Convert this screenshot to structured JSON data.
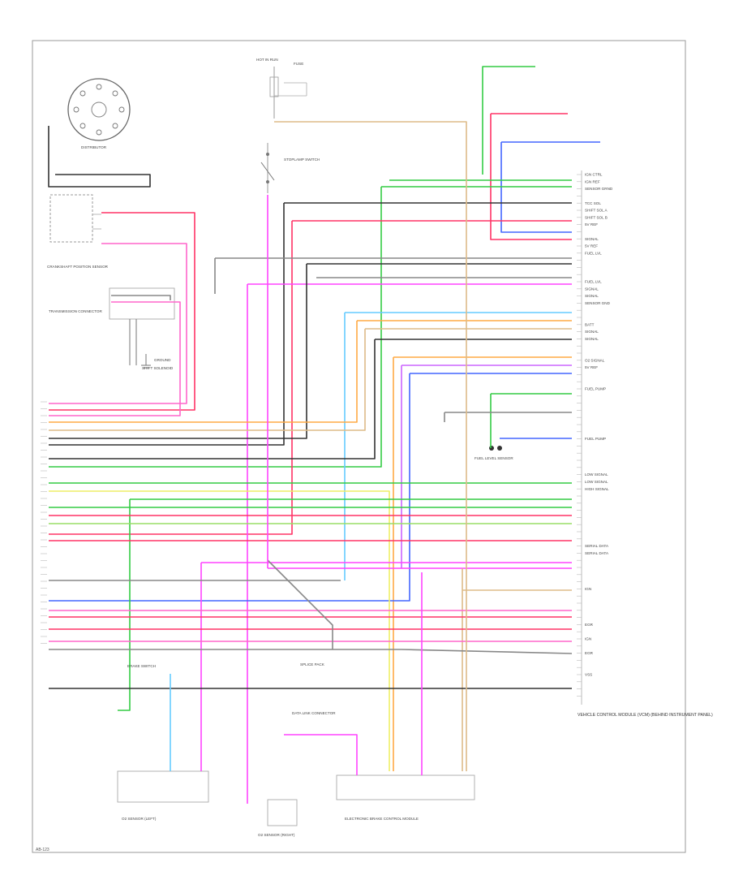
{
  "diagram": {
    "footer_code": "AB-123",
    "components": {
      "distributor": {
        "label": "DISTRIBUTOR"
      },
      "ecm": {
        "label": "VEHICLE CONTROL MODULE (VCM) (BEHIND INSTRUMENT PANEL)"
      },
      "ignition_switch": {
        "label": "HOT IN RUN"
      },
      "ignition_fuse": {
        "label": "FUSE"
      },
      "starter_interrupt": {
        "label": "STOPLAMP SWITCH"
      },
      "brake_switch": {
        "label": "BRAKE SWITCH"
      },
      "shift_solenoid": {
        "label": "SHIFT SOLENOID"
      },
      "crank_sensor": {
        "label": "CRANKSHAFT POSITION SENSOR"
      },
      "o2_sensor_left": {
        "label": "O2 SENSOR (LEFT)"
      },
      "o2_sensor_right": {
        "label": "O2 SENSOR (RIGHT)"
      },
      "splice_pack": {
        "label": "SPLICE PACK"
      },
      "data_link": {
        "label": "DATA LINK CONNECTOR"
      },
      "ebcm": {
        "label": "ELECTRONIC BRAKE CONTROL MODULE"
      },
      "ground": {
        "label": "GROUND"
      },
      "trans_connector": {
        "label": "TRANSMISSION CONNECTOR"
      },
      "fuel_level": {
        "label": "FUEL LEVEL SENSOR"
      }
    },
    "pin_labels": [
      "IGN CTRL",
      "IGN REF",
      "SENSOR GRND",
      "",
      "TCC SOL",
      "SHIFT SOL A",
      "SHIFT SOL B",
      "5V REF",
      "",
      "SIGNAL",
      "5V REF",
      "FUEL LVL",
      "",
      "",
      "",
      "FUEL LVL",
      "SIGNAL",
      "SIGNAL",
      "SENSOR GND",
      "",
      "",
      "BATT",
      "SIGNAL",
      "SIGNAL",
      "",
      "",
      "O2 SIGNAL",
      "5V REF",
      "",
      "",
      "FUEL PUMP",
      "",
      "",
      "",
      "",
      "",
      "",
      "FUEL PUMP",
      "",
      "",
      "",
      "",
      "LOW SIGNAL",
      "LOW SIGNAL",
      "HIGH SIGNAL",
      "",
      "",
      "",
      "",
      "",
      "",
      "",
      "SERIAL DATA",
      "SERIAL DATA",
      "",
      "",
      "",
      "",
      "IGN",
      "",
      "",
      "",
      "",
      "EGR",
      "",
      "IGN",
      "",
      "EGR",
      "",
      "",
      "VSS",
      "",
      "",
      ""
    ],
    "wire_colors": {
      "red": "#ff3366",
      "pink": "#ff66cc",
      "magenta": "#ff44ff",
      "green": "#33cc44",
      "lightgreen": "#99dd66",
      "blue": "#4466ff",
      "lightblue": "#66ccff",
      "orange": "#ffaa44",
      "tan": "#ddbb88",
      "yellow": "#eeee66",
      "gray": "#888888",
      "black": "#333333",
      "violet": "#cc66ff"
    }
  }
}
